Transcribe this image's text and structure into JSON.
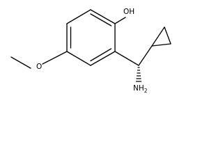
{
  "structure": {
    "atoms": {
      "hydroxyl": {
        "element": "O",
        "hydrogens": "H",
        "label": "OH"
      },
      "methoxy_oxygen": {
        "element": "O",
        "label": "O"
      },
      "amine": {
        "element": "N",
        "hydrogens": "H2",
        "label": "NH2",
        "label_main": "NH",
        "label_subscript": "2"
      }
    },
    "rings": [
      "benzene",
      "cyclopropane"
    ],
    "stereo_bond": "hashed-wedge"
  }
}
